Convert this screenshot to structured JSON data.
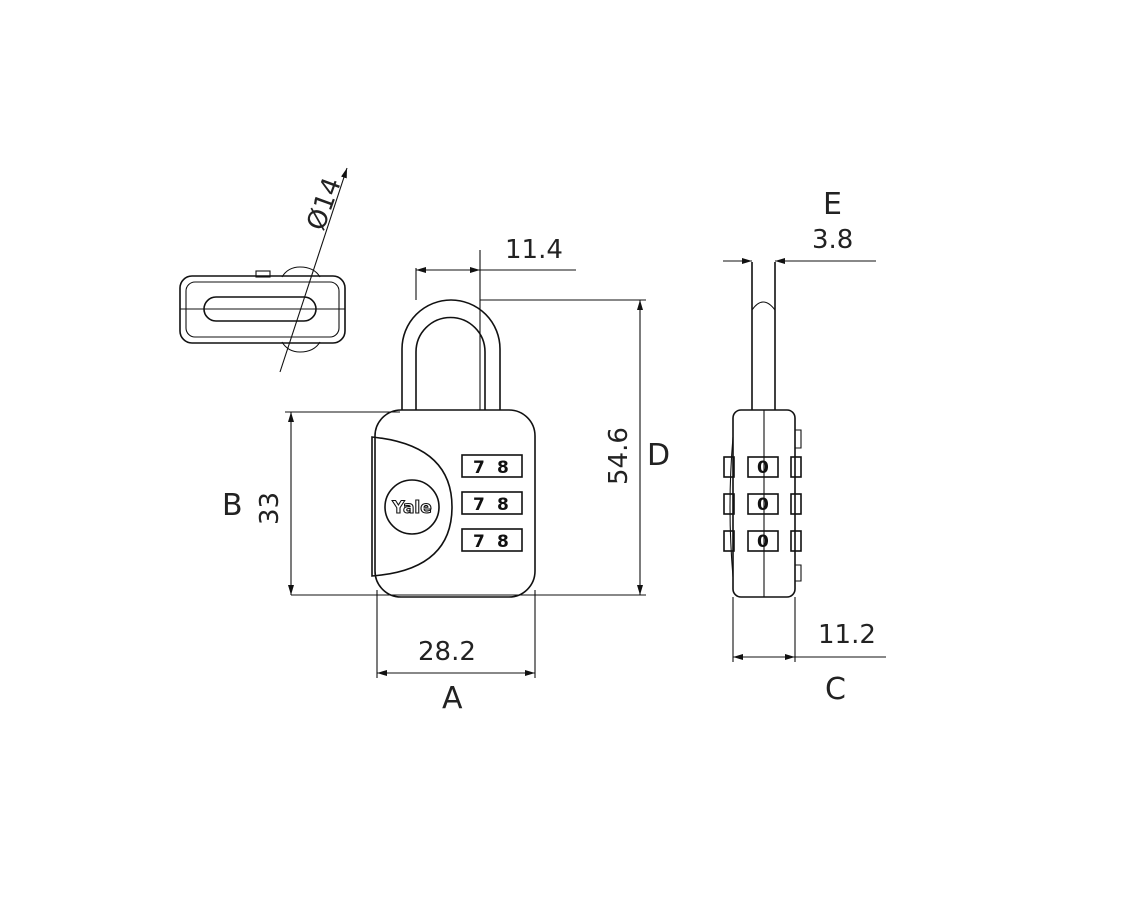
{
  "drawing": {
    "brand_logo": "Yale",
    "dial_digits": [
      "7",
      "8"
    ],
    "side_dial_digit": "0",
    "dimensions": {
      "shackle_diameter": "Ø14",
      "shackle_clearance": "11.4",
      "overall_height": "54.6",
      "overall_height_letter": "D",
      "body_height": "33",
      "body_height_letter": "B",
      "body_width": "28.2",
      "body_width_letter": "A",
      "shackle_thickness": "3.8",
      "shackle_thickness_letter": "E",
      "body_depth": "11.2",
      "body_depth_letter": "C"
    }
  }
}
